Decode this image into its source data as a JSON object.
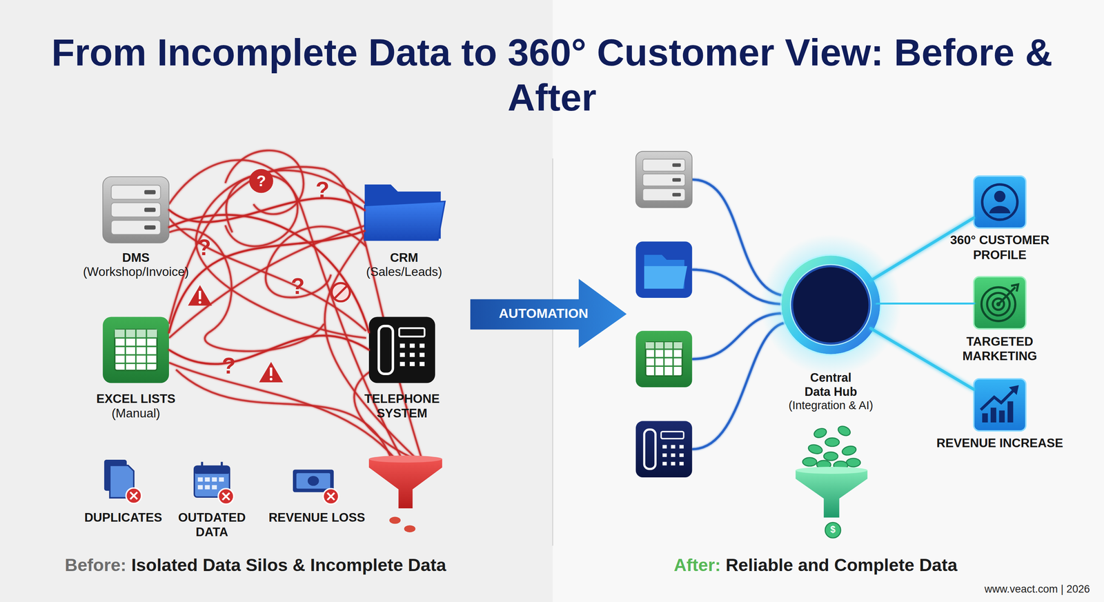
{
  "diagram": {
    "title": "From Incomplete Data to 360° Customer View: Before & After",
    "nodes": [
      {
        "text": [
          "DMS",
          "(Workshop/Invoice)"
        ]
      },
      {
        "text": [
          "CRM",
          "(Sales/Leads)"
        ]
      },
      {
        "text": [
          "EXCEL LISTS",
          "(Manual)"
        ]
      },
      {
        "text": [
          "TELEPHONE SYSTEM"
        ]
      },
      {
        "text": [
          "DUPLICATES"
        ]
      },
      {
        "text": [
          "OUTDATED DATA"
        ]
      },
      {
        "text": [
          "REVENUE LOSS"
        ]
      },
      {
        "text": [
          "AUTOMATION"
        ]
      },
      {
        "text": [
          "Central Data Hub",
          "(Integration & AI)"
        ]
      },
      {
        "text": [
          "360° CUSTOMER PROFILE"
        ]
      },
      {
        "text": [
          "TARGETED MARKETING"
        ]
      },
      {
        "text": [
          "REVENUE INCREASE"
        ]
      }
    ],
    "edges": [
      {
        "from": 0,
        "to": 1,
        "arrow": "none"
      },
      {
        "from": 0,
        "to": 3,
        "arrow": "none"
      },
      {
        "from": 2,
        "to": 1,
        "arrow": "none"
      },
      {
        "from": 2,
        "to": 3,
        "arrow": "none"
      },
      {
        "from": 8,
        "to": 9,
        "arrow": "none"
      },
      {
        "from": 8,
        "to": 10,
        "arrow": "none"
      },
      {
        "from": 8,
        "to": 11,
        "arrow": "none"
      }
    ],
    "labels": [
      "?",
      "?",
      "?",
      "?",
      "?",
      "$",
      "Before:",
      "Isolated Data Silos & Incomplete Data",
      "After:",
      "Reliable and Complete Data",
      "www.veact.com | 2026"
    ]
  }
}
